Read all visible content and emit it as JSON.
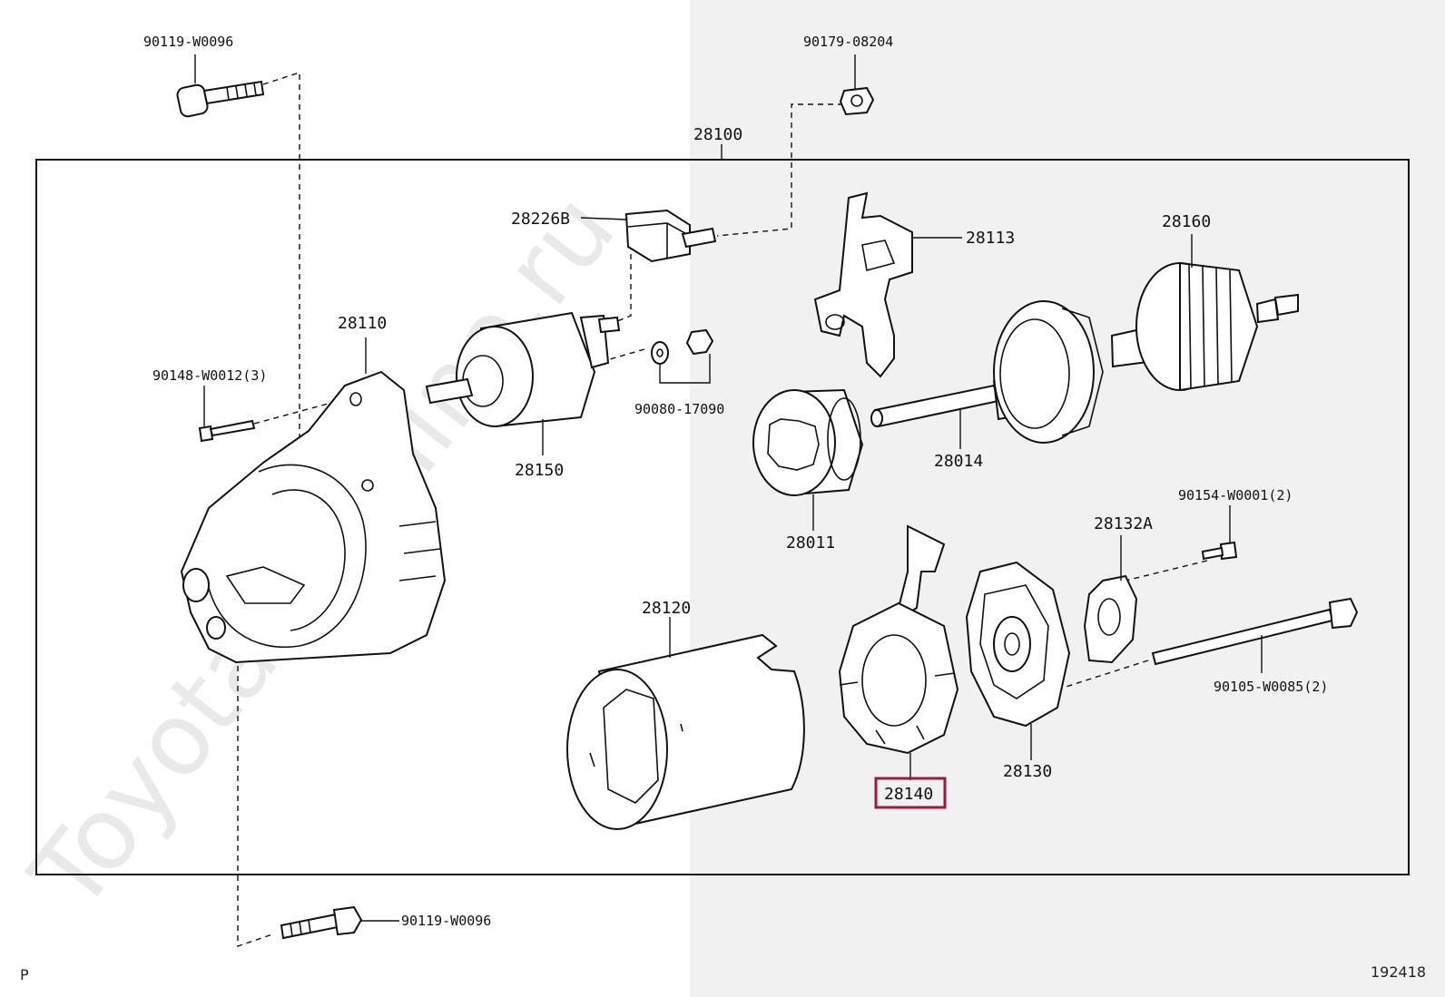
{
  "watermark": "ToyotaCarMine.ru",
  "footer": {
    "left": "P",
    "right": "192418"
  },
  "highlight_color": "#9b1b3a",
  "parts": {
    "p90119_top": "90119-W0096",
    "p90179": "90179-08204",
    "p28100": "28100",
    "p28226b": "28226B",
    "p28113": "28113",
    "p28160": "28160",
    "p28110": "28110",
    "p90148": "90148-W0012(3)",
    "p90080": "90080-17090",
    "p28150": "28150",
    "p28014": "28014",
    "p28011": "28011",
    "p90154": "90154-W0001(2)",
    "p28132a": "28132A",
    "p28120": "28120",
    "p90105": "90105-W0085(2)",
    "p28130": "28130",
    "p28140": "28140",
    "p90119_bottom": "90119-W0096"
  }
}
